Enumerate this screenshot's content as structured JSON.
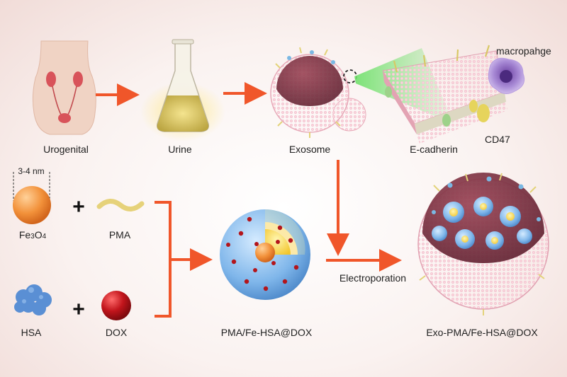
{
  "labels": {
    "urogenital": "Urogenital",
    "urine": "Urine",
    "exosome": "Exosome",
    "ecadherin": "E-cadherin",
    "macrophage": "macropahge",
    "cd47": "CD47",
    "size": "3-4 nm",
    "fe3o4_main": "Fe",
    "fe3o4_sub1": "3",
    "fe3o4_mid": "O",
    "fe3o4_sub2": "4",
    "pma": "PMA",
    "hsa": "HSA",
    "dox": "DOX",
    "plus": "+",
    "nanoparticle": "PMA/Fe-HSA@DOX",
    "electroporation": "Electroporation",
    "final": "Exo-PMA/Fe-HSA@DOX"
  },
  "colors": {
    "arrow": "#f0562a",
    "membrane": "#eeb8c4",
    "interior": "#7a3140",
    "iron_oxide": "#f2913a",
    "dox": "#b3151b",
    "hsa": "#5a8fd4",
    "pma": "#e6d27a",
    "sphere_blue": "#7fb6ea",
    "core_yellow": "#f7d84a"
  }
}
